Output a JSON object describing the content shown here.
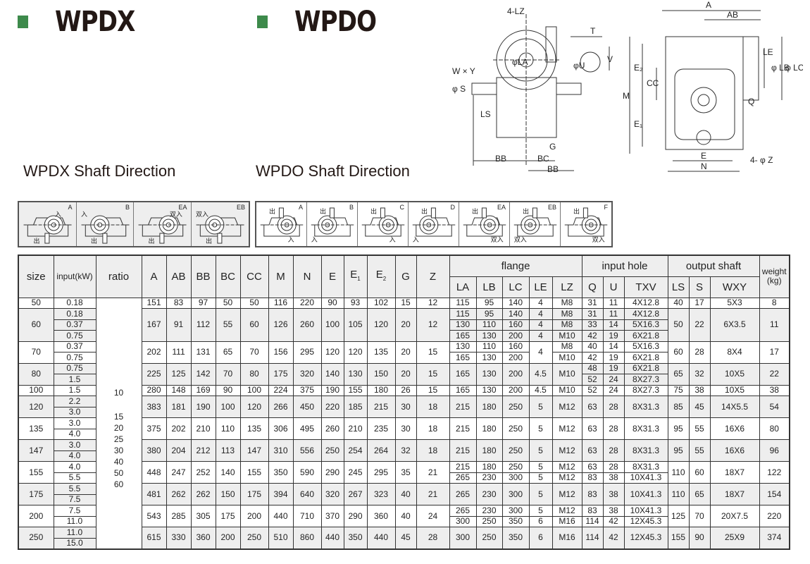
{
  "titles": {
    "left": "WPDX",
    "right": "WPDO",
    "left_sub": "WPDX Shaft Direction",
    "right_sub": "WPDO Shaft Direction"
  },
  "colors": {
    "accent": "#3d8a4b"
  },
  "directions_wpdx": [
    {
      "code": "A",
      "out": "出",
      "in": "入"
    },
    {
      "code": "B",
      "out": "出",
      "in": "入"
    },
    {
      "code": "EA",
      "out": "出",
      "in": "双入"
    },
    {
      "code": "EB",
      "out": "出",
      "in": "双入"
    }
  ],
  "directions_wpdo": [
    {
      "code": "A",
      "out": "出",
      "in": "入"
    },
    {
      "code": "B",
      "out": "出",
      "in": "入"
    },
    {
      "code": "C",
      "out": "出",
      "in": "入"
    },
    {
      "code": "D",
      "out": "出",
      "in": "入"
    },
    {
      "code": "EA",
      "out": "出",
      "in": "双入"
    },
    {
      "code": "EB",
      "out": "出",
      "in": "双入"
    },
    {
      "code": "F",
      "out": "出",
      "in": "双入"
    }
  ],
  "diagram": {
    "lz": "4-LZ",
    "wy": "W × Y",
    "s": "φ S",
    "ls": "LS",
    "bb": "BB",
    "bc": "BC",
    "bb2": "BB",
    "g": "G",
    "t": "T",
    "u": "φU",
    "v": "V",
    "a": "A",
    "ab": "AB",
    "e2": "E₂",
    "cc": "CC",
    "m": "M",
    "e1": "E₁",
    "e": "E",
    "n": "N",
    "z": "4- φ Z",
    "le": "LE",
    "lb": "φ LB",
    "lc": "φ LC",
    "q": "Q",
    "la": "φLA"
  },
  "table": {
    "headers": {
      "size": "size",
      "input": "input(kW)",
      "ratio": "ratio",
      "A": "A",
      "AB": "AB",
      "BB": "BB",
      "BC": "BC",
      "CC": "CC",
      "M": "M",
      "N": "N",
      "E": "E",
      "E1": "E",
      "E1_sub": "1",
      "E2": "E",
      "E2_sub": "2",
      "G": "G",
      "Z": "Z",
      "flange": "flange",
      "input_hole": "input  hole",
      "output_shaft": "output  shaft",
      "weight": "weight (kg)",
      "LA": "LA",
      "LB": "LB",
      "LC": "LC",
      "LE": "LE",
      "LZ": "LZ",
      "Q": "Q",
      "U": "U",
      "TXV": "TXV",
      "LS": "LS",
      "S": "S",
      "WXY": "WXY"
    },
    "ratios": [
      "10",
      "15",
      "20",
      "25",
      "30",
      "40",
      "50",
      "60"
    ],
    "rows": [
      {
        "size": "50",
        "input": [
          "0.18"
        ],
        "A": "151",
        "AB": "83",
        "BB": "97",
        "BC": "50",
        "CC": "50",
        "M": "116",
        "N": "220",
        "E": "90",
        "E1": "93",
        "E2": "102",
        "G": "15",
        "Z": "12",
        "LA": "115",
        "LB": "95",
        "LC": "140",
        "LE": "4",
        "LZ": "M8",
        "Q": "31",
        "U": "11",
        "TXV": "4X12.8",
        "LS": "40",
        "S": "17",
        "WXY": "5X3",
        "W": "8"
      },
      {
        "size": "60",
        "input": [
          "0.18",
          "0.37",
          "0.75"
        ],
        "A": "167",
        "AB": "91",
        "BB": "112",
        "BC": "55",
        "CC": "60",
        "M": "126",
        "N": "260",
        "E": "100",
        "E1": "105",
        "E2": "120",
        "G": "20",
        "Z": "12",
        "LA": [
          "115",
          "130",
          "165"
        ],
        "LB": [
          "95",
          "110",
          "130"
        ],
        "LC": [
          "140",
          "160",
          "200"
        ],
        "LE": [
          "4",
          "4",
          "4"
        ],
        "LZ": [
          "M8",
          "M8",
          "M10"
        ],
        "Q": [
          "31",
          "33",
          "42"
        ],
        "U": [
          "11",
          "14",
          "19"
        ],
        "TXV": [
          "4X12.8",
          "5X16.3",
          "6X21.8"
        ],
        "LS": "50",
        "S": "22",
        "WXY": "6X3.5",
        "W": "11"
      },
      {
        "size": "70",
        "input": [
          "0.37",
          "0.75"
        ],
        "A": "202",
        "AB": "111",
        "BB": "131",
        "BC": "65",
        "CC": "70",
        "M": "156",
        "N": "295",
        "E": "120",
        "E1": "120",
        "E2": "135",
        "G": "20",
        "Z": "15",
        "LA": [
          "130",
          "165"
        ],
        "LB": [
          "110",
          "130"
        ],
        "LC": [
          "160",
          "200"
        ],
        "LE": "4",
        "LZ": [
          "M8",
          "M10"
        ],
        "Q": [
          "40",
          "42"
        ],
        "U": [
          "14",
          "19"
        ],
        "TXV": [
          "5X16.3",
          "6X21.8"
        ],
        "LS": "60",
        "S": "28",
        "WXY": "8X4",
        "W": "17"
      },
      {
        "size": "80",
        "input": [
          "0.75",
          "1.5"
        ],
        "A": "225",
        "AB": "125",
        "BB": "142",
        "BC": "70",
        "CC": "80",
        "M": "175",
        "N": "320",
        "E": "140",
        "E1": "130",
        "E2": "150",
        "G": "20",
        "Z": "15",
        "LA": "165",
        "LB": "130",
        "LC": "200",
        "LE": "4.5",
        "LZ": "M10",
        "Q": [
          "48",
          "52"
        ],
        "U": [
          "19",
          "24"
        ],
        "TXV": [
          "6X21.8",
          "8X27.3"
        ],
        "LS": "65",
        "S": "32",
        "WXY": "10X5",
        "W": "22"
      },
      {
        "size": "100",
        "input": [
          "1.5"
        ],
        "A": "280",
        "AB": "148",
        "BB": "169",
        "BC": "90",
        "CC": "100",
        "M": "224",
        "N": "375",
        "E": "190",
        "E1": "155",
        "E2": "180",
        "G": "26",
        "Z": "15",
        "LA": "165",
        "LB": "130",
        "LC": "200",
        "LE": "4.5",
        "LZ": "M10",
        "Q": "52",
        "U": "24",
        "TXV": "8X27.3",
        "LS": "75",
        "S": "38",
        "WXY": "10X5",
        "W": "38"
      },
      {
        "size": "120",
        "input": [
          "2.2",
          "3.0"
        ],
        "A": "383",
        "AB": "181",
        "BB": "190",
        "BC": "100",
        "CC": "120",
        "M": "266",
        "N": "450",
        "E": "220",
        "E1": "185",
        "E2": "215",
        "G": "30",
        "Z": "18",
        "LA": "215",
        "LB": "180",
        "LC": "250",
        "LE": "5",
        "LZ": "M12",
        "Q": "63",
        "U": "28",
        "TXV": "8X31.3",
        "LS": "85",
        "S": "45",
        "WXY": "14X5.5",
        "W": "54"
      },
      {
        "size": "135",
        "input": [
          "3.0",
          "4.0"
        ],
        "A": "375",
        "AB": "202",
        "BB": "210",
        "BC": "110",
        "CC": "135",
        "M": "306",
        "N": "495",
        "E": "260",
        "E1": "210",
        "E2": "235",
        "G": "30",
        "Z": "18",
        "LA": "215",
        "LB": "180",
        "LC": "250",
        "LE": "5",
        "LZ": "M12",
        "Q": "63",
        "U": "28",
        "TXV": "8X31.3",
        "LS": "95",
        "S": "55",
        "WXY": "16X6",
        "W": "80"
      },
      {
        "size": "147",
        "input": [
          "3.0",
          "4.0"
        ],
        "A": "380",
        "AB": "204",
        "BB": "212",
        "BC": "113",
        "CC": "147",
        "M": "310",
        "N": "556",
        "E": "250",
        "E1": "254",
        "E2": "264",
        "G": "32",
        "Z": "18",
        "LA": "215",
        "LB": "180",
        "LC": "250",
        "LE": "5",
        "LZ": "M12",
        "Q": "63",
        "U": "28",
        "TXV": "8X31.3",
        "LS": "95",
        "S": "55",
        "WXY": "16X6",
        "W": "96"
      },
      {
        "size": "155",
        "input": [
          "4.0",
          "5.5"
        ],
        "A": "448",
        "AB": "247",
        "BB": "252",
        "BC": "140",
        "CC": "155",
        "M": "350",
        "N": "590",
        "E": "290",
        "E1": "245",
        "E2": "295",
        "G": "35",
        "Z": "21",
        "LA": [
          "215",
          "265"
        ],
        "LB": [
          "180",
          "230"
        ],
        "LC": [
          "250",
          "300"
        ],
        "LE": [
          "5",
          "5"
        ],
        "LZ": [
          "M12",
          "M12"
        ],
        "Q": [
          "63",
          "83"
        ],
        "U": [
          "28",
          "38"
        ],
        "TXV": [
          "8X31.3",
          "10X41.3"
        ],
        "LS": "110",
        "S": "60",
        "WXY": "18X7",
        "W": "122"
      },
      {
        "size": "175",
        "input": [
          "5.5",
          "7.5"
        ],
        "A": "481",
        "AB": "262",
        "BB": "262",
        "BC": "150",
        "CC": "175",
        "M": "394",
        "N": "640",
        "E": "320",
        "E1": "267",
        "E2": "323",
        "G": "40",
        "Z": "21",
        "LA": "265",
        "LB": "230",
        "LC": "300",
        "LE": "5",
        "LZ": "M12",
        "Q": "83",
        "U": "38",
        "TXV": "10X41.3",
        "LS": "110",
        "S": "65",
        "WXY": "18X7",
        "W": "154"
      },
      {
        "size": "200",
        "input": [
          "7.5",
          "11.0"
        ],
        "A": "543",
        "AB": "285",
        "BB": "305",
        "BC": "175",
        "CC": "200",
        "M": "440",
        "N": "710",
        "E": "370",
        "E1": "290",
        "E2": "360",
        "G": "40",
        "Z": "24",
        "LA": [
          "265",
          "300"
        ],
        "LB": [
          "230",
          "250"
        ],
        "LC": [
          "300",
          "350"
        ],
        "LE": [
          "5",
          "6"
        ],
        "LZ": [
          "M12",
          "M16"
        ],
        "Q": [
          "83",
          "114"
        ],
        "U": [
          "38",
          "42"
        ],
        "TXV": [
          "10X41.3",
          "12X45.3"
        ],
        "LS": "125",
        "S": "70",
        "WXY": "20X7.5",
        "W": "220"
      },
      {
        "size": "250",
        "input": [
          "11.0",
          "15.0"
        ],
        "A": "615",
        "AB": "330",
        "BB": "360",
        "BC": "200",
        "CC": "250",
        "M": "510",
        "N": "860",
        "E": "440",
        "E1": "350",
        "E2": "440",
        "G": "45",
        "Z": "28",
        "LA": "300",
        "LB": "250",
        "LC": "350",
        "LE": "6",
        "LZ": "M16",
        "Q": "114",
        "U": "42",
        "TXV": "12X45.3",
        "LS": "155",
        "S": "90",
        "WXY": "25X9",
        "W": "374"
      }
    ]
  }
}
